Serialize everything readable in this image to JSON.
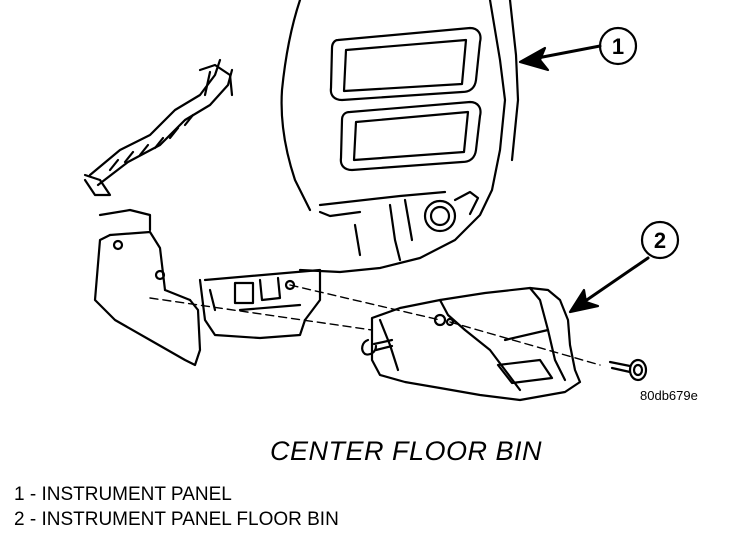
{
  "figure": {
    "callouts": [
      {
        "number": "1",
        "part": "instrument-panel"
      },
      {
        "number": "2",
        "part": "floor-bin"
      }
    ],
    "image_code": "80db679e"
  },
  "caption": "CENTER FLOOR BIN",
  "legend": [
    "1 - INSTRUMENT PANEL",
    "2 - INSTRUMENT PANEL FLOOR BIN"
  ]
}
